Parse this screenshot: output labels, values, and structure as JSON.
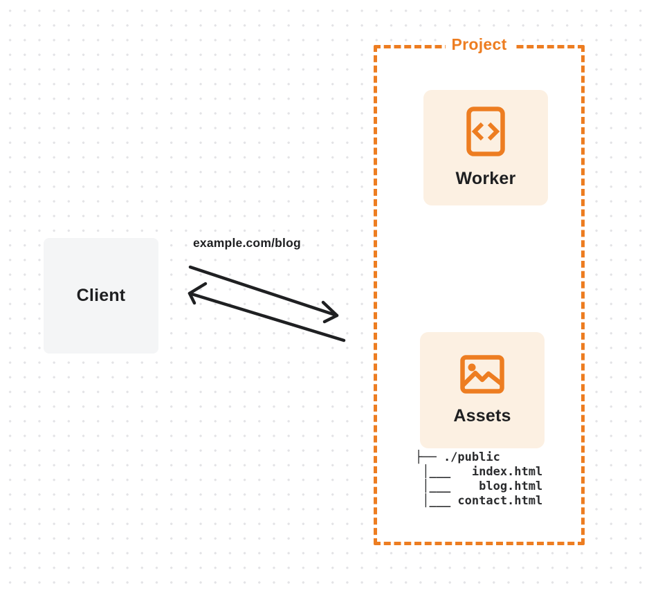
{
  "colors": {
    "accent": "#ED7D21",
    "card_bg": "#FCF0E2",
    "client_bg": "#F4F5F6",
    "ink": "#1E1F21",
    "dot": "#E3E3E6"
  },
  "client": {
    "label": "Client"
  },
  "request": {
    "url_label": "example.com/blog"
  },
  "project": {
    "label": "Project",
    "worker": {
      "label": "Worker",
      "icon": "code-document-icon"
    },
    "assets": {
      "label": "Assets",
      "icon": "image-icon",
      "file_tree": "├── ./public\n │___   index.html\n │___    blog.html\n │___ contact.html"
    }
  }
}
